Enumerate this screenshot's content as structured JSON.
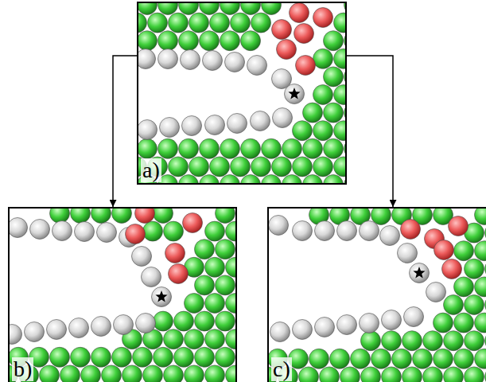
{
  "diagram": {
    "nodes": [
      {
        "text": [
          "a)"
        ]
      },
      {
        "text": [
          "b)"
        ]
      },
      {
        "text": [
          "c)"
        ]
      }
    ],
    "edges": [
      {
        "from": 0,
        "to": 1,
        "arrow": "to"
      },
      {
        "from": 0,
        "to": 2,
        "arrow": "to"
      }
    ]
  }
}
